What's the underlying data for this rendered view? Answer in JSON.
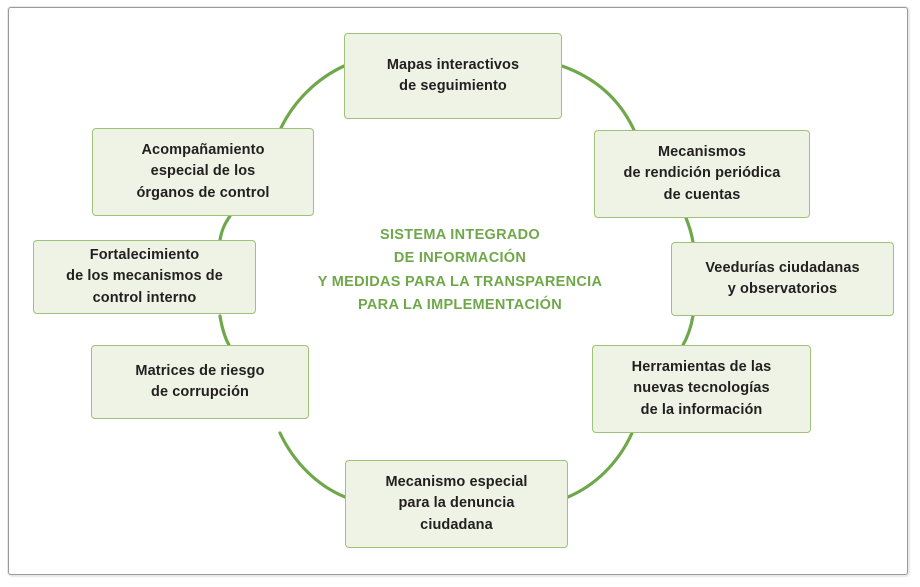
{
  "diagram": {
    "center_title": "SISTEMA INTEGRADO\nDE INFORMACIÓN\nY MEDIDAS PARA LA TRANSPARENCIA\nPARA LA IMPLEMENTACIÓN",
    "center_title_lines": [
      "SISTEMA INTEGRADO",
      "DE INFORMACIÓN",
      "Y MEDIDAS PARA LA TRANSPARENCIA",
      "PARA LA IMPLEMENTACIÓN"
    ],
    "colors": {
      "node_fill": "#eef3e5",
      "node_border": "#9ec278",
      "arc": "#6fa84a",
      "center_text": "#6fa84a",
      "node_text": "#231f20",
      "frame_border": "#9b9b9b",
      "background": "#ffffff"
    },
    "nodes": [
      {
        "id": "mapas-interactivos",
        "position": "top",
        "label": "Mapas interactivos\nde seguimiento"
      },
      {
        "id": "rendicion-cuentas",
        "position": "upper-right",
        "label": "Mecanismos\nde rendición periódica\nde cuentas"
      },
      {
        "id": "veedurias-ciudadanas",
        "position": "right",
        "label": "Veedurías ciudadanas\ny observatorios"
      },
      {
        "id": "nuevas-tecnologias",
        "position": "lower-right",
        "label": "Herramientas de las\nnuevas tecnologías\nde la información"
      },
      {
        "id": "denuncia-ciudadana",
        "position": "bottom",
        "label": "Mecanismo especial\npara la denuncia\nciudadana"
      },
      {
        "id": "matrices-riesgo",
        "position": "lower-left",
        "label": "Matrices de riesgo\nde corrupción"
      },
      {
        "id": "control-interno",
        "position": "left",
        "label": "Fortalecimiento\nde los mecanismos de\ncontrol interno"
      },
      {
        "id": "organos-de-control",
        "position": "upper-left",
        "label": "Acompañamiento\nespecial de los\nórganos de control"
      }
    ]
  }
}
